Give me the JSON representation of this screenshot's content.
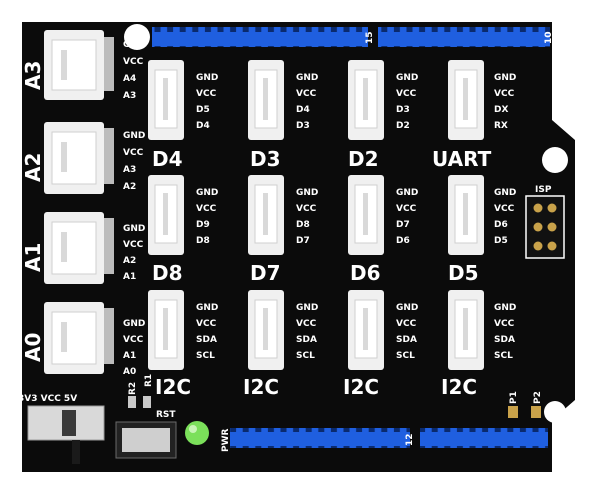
{
  "board": {
    "colors": {
      "pcb": "#0b0b0b",
      "header": "#1f5fe0",
      "connector": "#f0f0f0",
      "silk": "#ffffff",
      "led": "#7be05a",
      "gold": "#c9a24a"
    },
    "top_label_1": "15",
    "top_label_2": "10",
    "bottom_label_1": "PWR",
    "bottom_label_2": "12",
    "isp_label": "ISP",
    "switch_label": "3V3  VCC  5V",
    "rst_label": "RST",
    "r1": "R1",
    "r2": "R2",
    "p1": "P1",
    "p2": "P2",
    "analog": [
      {
        "name": "A3",
        "pins": [
          "GND",
          "VCC",
          "A4",
          "A3"
        ]
      },
      {
        "name": "A2",
        "pins": [
          "GND",
          "VCC",
          "A3",
          "A2"
        ]
      },
      {
        "name": "A1",
        "pins": [
          "GND",
          "VCC",
          "A2",
          "A1"
        ]
      },
      {
        "name": "A0",
        "pins": [
          "GND",
          "VCC",
          "A1",
          "A0"
        ]
      }
    ],
    "grid": [
      {
        "name": "D4",
        "pins": [
          "GND",
          "VCC",
          "D5",
          "D4"
        ]
      },
      {
        "name": "D3",
        "pins": [
          "GND",
          "VCC",
          "D4",
          "D3"
        ]
      },
      {
        "name": "D2",
        "pins": [
          "GND",
          "VCC",
          "D3",
          "D2"
        ]
      },
      {
        "name": "UART",
        "pins": [
          "GND",
          "VCC",
          "DX",
          "RX"
        ]
      },
      {
        "name": "D8",
        "pins": [
          "GND",
          "VCC",
          "D9",
          "D8"
        ]
      },
      {
        "name": "D7",
        "pins": [
          "GND",
          "VCC",
          "D8",
          "D7"
        ]
      },
      {
        "name": "D6",
        "pins": [
          "GND",
          "VCC",
          "D7",
          "D6"
        ]
      },
      {
        "name": "D5",
        "pins": [
          "GND",
          "VCC",
          "D6",
          "D5"
        ]
      },
      {
        "name": "I2C",
        "pins": [
          "GND",
          "VCC",
          "SDA",
          "SCL"
        ]
      },
      {
        "name": "I2C",
        "pins": [
          "GND",
          "VCC",
          "SDA",
          "SCL"
        ]
      },
      {
        "name": "I2C",
        "pins": [
          "GND",
          "VCC",
          "SDA",
          "SCL"
        ]
      },
      {
        "name": "I2C",
        "pins": [
          "GND",
          "VCC",
          "SDA",
          "SCL"
        ]
      }
    ]
  }
}
